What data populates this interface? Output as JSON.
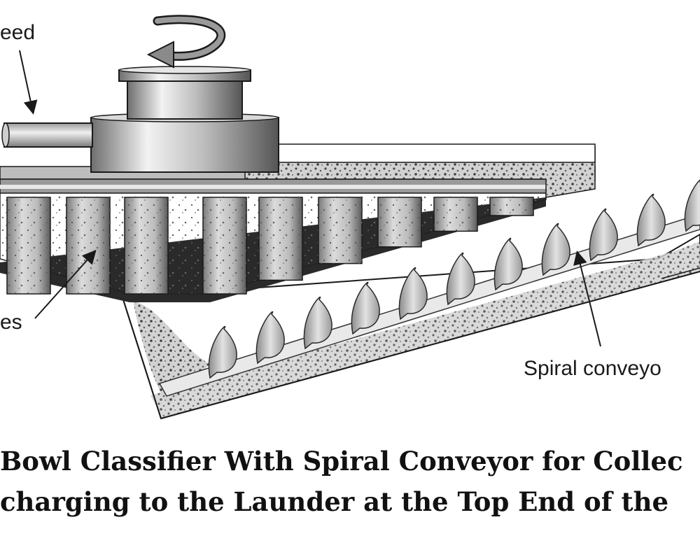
{
  "labels": {
    "feed": "eed",
    "tubes": "es",
    "spiral": "Spiral conveyo"
  },
  "caption": {
    "line1": "Bowl Classifier With Spiral Conveyor for Collec",
    "line2": "charging to the Launder at the Top End of the"
  },
  "colors": {
    "ink": "#1a1a1a",
    "metal_light": "#e6e6e6",
    "metal_dark": "#6a6a6a",
    "sediment": "#5a5a5a",
    "screw": "#cfcfcf"
  },
  "icons": [
    "rotation-arrow-icon"
  ]
}
